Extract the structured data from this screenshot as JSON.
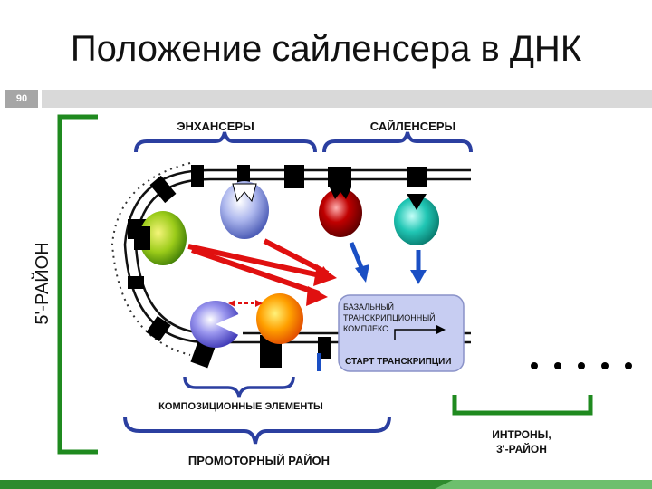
{
  "slide": {
    "title": "Положение сайленсера в ДНК",
    "number": "90"
  },
  "diagram": {
    "enhancers_label": "ЭНХАНСЕРЫ",
    "silencers_label": "САЙЛЕНСЕРЫ",
    "region_5_label": "5'-РАЙОН",
    "basal_complex_line1": "БАЗАЛЬНЫЙ",
    "basal_complex_line2": "ТРАНСКРИПЦИОННЫЙ",
    "basal_complex_line3": "КОМПЛЕКС",
    "transcription_start": "СТАРТ ТРАНСКРИПЦИИ",
    "composite_elements": "КОМПОЗИЦИОННЫЕ ЭЛЕМЕНТЫ",
    "promoter_region": "ПРОМОТОРНЫЙ РАЙОН",
    "introns_line1": "ИНТРОНЫ,",
    "introns_line2": "3'-РАЙОН"
  },
  "colors": {
    "green_bracket": "#1f8a1f",
    "blue_bracket": "#2b3fa0",
    "red_arrow": "#e01010",
    "blue_arrow": "#1a4fc4",
    "complex_fill": "#c7cdf2",
    "slide_num_bg": "#a6a6a6",
    "top_bar": "#d9d9d9",
    "bottom_bar_green": "#2e8b2e"
  }
}
